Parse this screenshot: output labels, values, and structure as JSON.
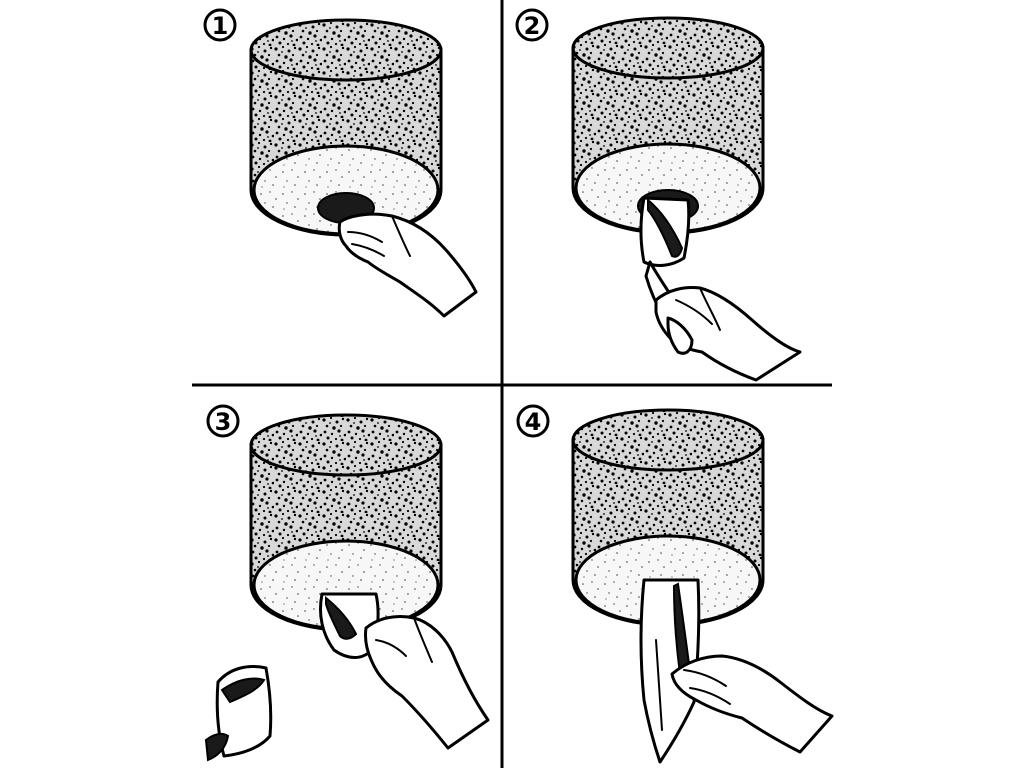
{
  "steps": [
    {
      "number": "1",
      "label_glyph": "①"
    },
    {
      "number": "2",
      "label_glyph": "②"
    },
    {
      "number": "3",
      "label_glyph": "③"
    },
    {
      "number": "4",
      "label_glyph": "④"
    }
  ]
}
